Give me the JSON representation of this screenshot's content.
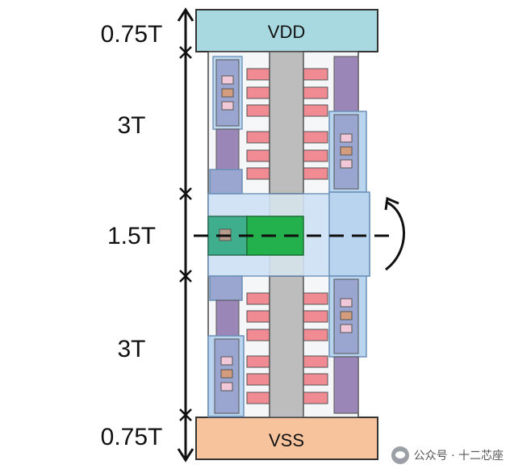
{
  "rails": {
    "top_label": "VDD",
    "bottom_label": "VSS"
  },
  "dimensions": [
    {
      "label": "0.75T"
    },
    {
      "label": "3T"
    },
    {
      "label": "1.5T"
    },
    {
      "label": "3T"
    },
    {
      "label": "0.75T"
    }
  ],
  "watermark": {
    "text": "公众号 · 十二芯座"
  },
  "colors": {
    "vdd_rail": "#a9d9e0",
    "vss_rail": "#f6c39c",
    "gate_gray": "#bdbdbd",
    "metal_red": "#f08a93",
    "contact_purple": "#9b86b8",
    "region_blue": "#b8d4ee",
    "green_contact": "#2bb34f",
    "yellow_gate": "#ffd966"
  }
}
